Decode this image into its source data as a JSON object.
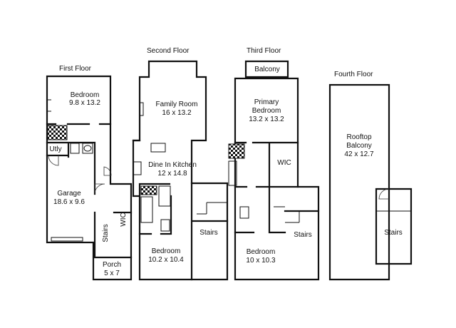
{
  "floors": {
    "first": {
      "title": "First Floor",
      "bedroom": {
        "name": "Bedroom",
        "size": "9.8 x 13.2"
      },
      "utility": {
        "name": "Utly"
      },
      "garage": {
        "name": "Garage",
        "size": "18.6 x 9.6"
      },
      "stairs": {
        "name": "Stairs"
      },
      "wic": {
        "name": "WIC"
      },
      "porch": {
        "name": "Porch",
        "size": "5 x 7"
      }
    },
    "second": {
      "title": "Second Floor",
      "family_room": {
        "name": "Family Room",
        "size": "16 x 13.2"
      },
      "kitchen": {
        "name": "Dine In Kitchen",
        "size": "12 x 14.8"
      },
      "bedroom": {
        "name": "Bedroom",
        "size": "10.2 x 10.4"
      },
      "stairs": {
        "name": "Stairs"
      }
    },
    "third": {
      "title": "Third Floor",
      "balcony": {
        "name": "Balcony"
      },
      "primary_bedroom": {
        "name": "Primary",
        "name2": "Bedroom",
        "size": "13.2 x 13.2"
      },
      "wic": {
        "name": "WIC"
      },
      "bedroom": {
        "name": "Bedroom",
        "size": "10 x 10.3"
      },
      "stairs": {
        "name": "Stairs"
      }
    },
    "fourth": {
      "title": "Fourth Floor",
      "rooftop": {
        "name": "Rooftop",
        "name2": "Balcony",
        "size": "42 x 12.7"
      },
      "stairs": {
        "name": "Stairs"
      }
    }
  }
}
